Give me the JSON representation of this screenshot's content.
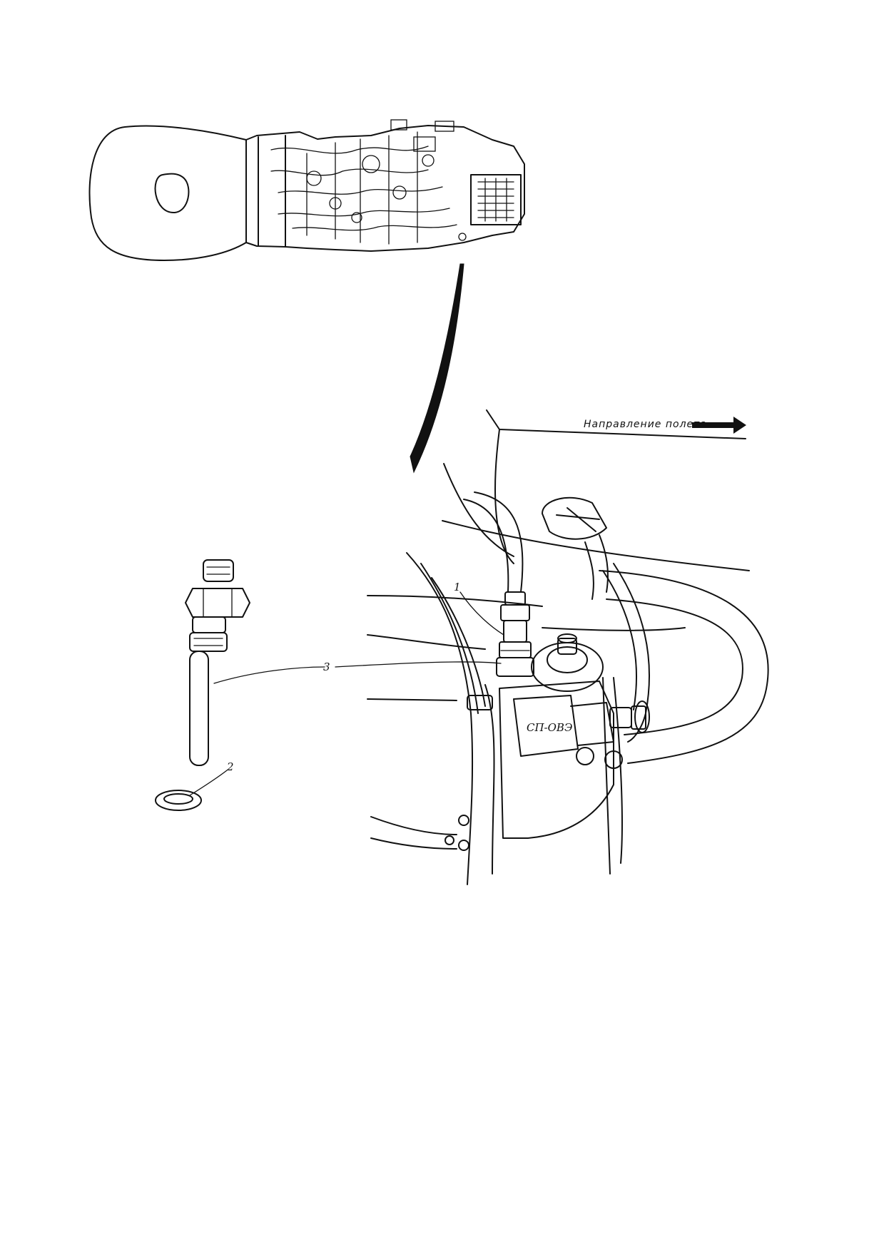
{
  "direction_label": "Направление полета",
  "callouts": {
    "item_1": "1",
    "item_2": "2",
    "item_3": "3"
  },
  "connector_plate_text": "СП-ОВЭ",
  "icons": {
    "direction_arrow": "arrow-right-icon"
  },
  "colors": {
    "ink": "#111111",
    "paper": "#ffffff"
  }
}
